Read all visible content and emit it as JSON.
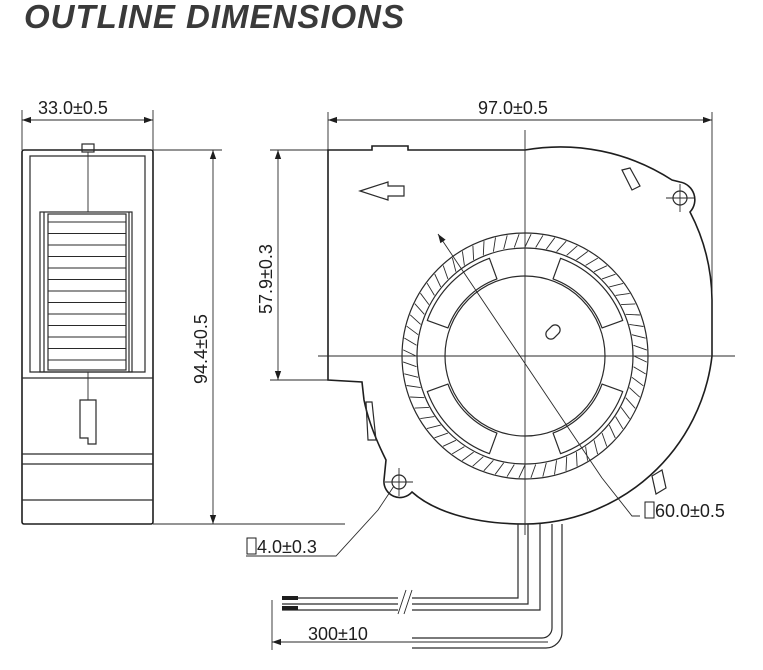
{
  "title": "OUTLINE DIMENSIONS",
  "dimensions": {
    "side_width": "33.0±0.5",
    "total_width": "97.0±0.5",
    "outlet_height": "57.9±0.3",
    "total_height": "94.4±0.5",
    "impeller_diameter": "60.0±0.5",
    "hole_diameter": "4.0±0.3",
    "lead_length": "300±10"
  }
}
